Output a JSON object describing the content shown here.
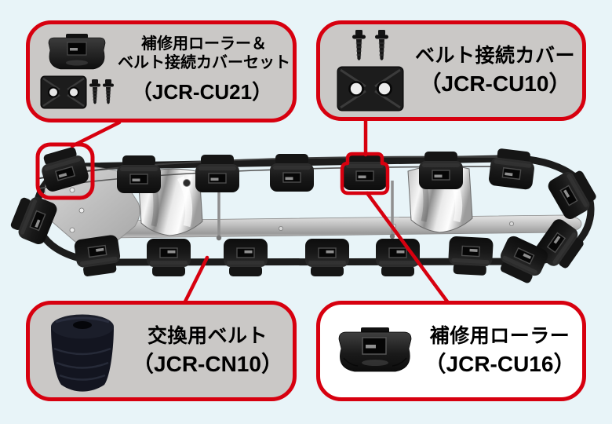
{
  "page": {
    "bg_color": "#e8f4f8",
    "accent_red": "#d7000f",
    "box_gray_bg": "#cac8c6",
    "box_white_bg": "#ffffff",
    "text_color": "#000000"
  },
  "callouts": {
    "set": {
      "title_line1": "補修用ローラー＆",
      "title_line2": "ベルト接続カバーセット",
      "code": "（JCR-CU21）",
      "icons": [
        "repair-roller-icon",
        "cover-plate-icon",
        "screw-icon",
        "screw-icon"
      ]
    },
    "cover": {
      "title": "ベルト接続カバー",
      "code": "（JCR-CU10）",
      "icons": [
        "screw-icon",
        "screw-icon",
        "cover-plate-icon"
      ]
    },
    "belt": {
      "title": "交換用ベルト",
      "code": "（JCR-CN10）",
      "icons": [
        "belt-roll-icon"
      ]
    },
    "roller": {
      "title": "補修用ローラー",
      "code": "（JCR-CU16）",
      "icons": [
        "repair-roller-icon"
      ]
    }
  }
}
